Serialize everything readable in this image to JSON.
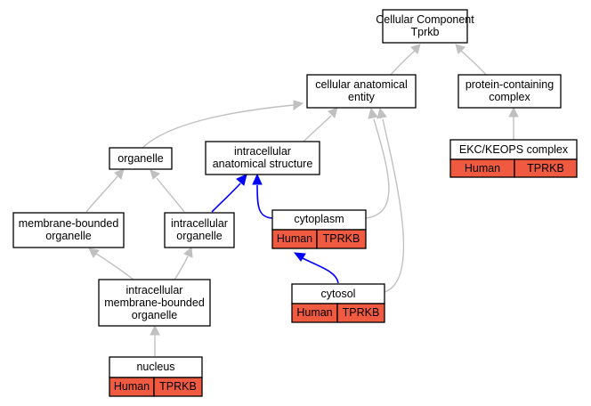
{
  "nodes": {
    "root": {
      "line1": "Cellular Component",
      "line2": "Tprkb"
    },
    "cae": {
      "line1": "cellular anatomical",
      "line2": "entity"
    },
    "pcc": {
      "line1": "protein-containing",
      "line2": "complex"
    },
    "ekc": {
      "label": "EKC/KEOPS complex",
      "species": "Human",
      "gene": "TPRKB"
    },
    "organelle": {
      "label": "organelle"
    },
    "ias": {
      "line1": "intracellular",
      "line2": "anatomical structure"
    },
    "mbo": {
      "line1": "membrane-bounded",
      "line2": "organelle"
    },
    "io": {
      "line1": "intracellular",
      "line2": "organelle"
    },
    "cytoplasm": {
      "label": "cytoplasm",
      "species": "Human",
      "gene": "TPRKB"
    },
    "imbo": {
      "line1": "intracellular",
      "line2": "membrane-bounded",
      "line3": "organelle"
    },
    "cytosol": {
      "label": "cytosol",
      "species": "Human",
      "gene": "TPRKB"
    },
    "nucleus": {
      "label": "nucleus",
      "species": "Human",
      "gene": "TPRKB"
    }
  },
  "colors": {
    "annotation_fill": "#f05a40",
    "edge_is_a": "#c0c0c0",
    "edge_part_of": "#0000ff"
  }
}
